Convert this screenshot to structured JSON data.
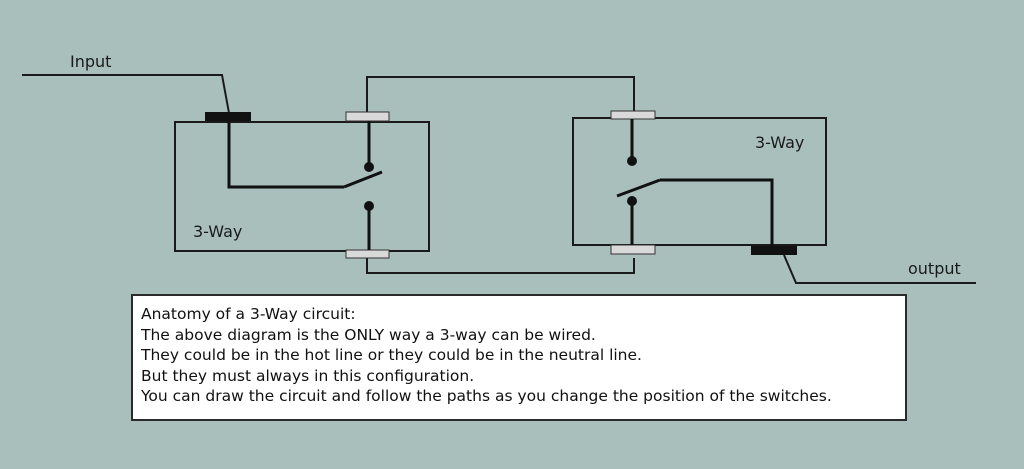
{
  "colors": {
    "background": "#a9bfbb",
    "wire": "#1a1a1a",
    "terminal_common": "#111111",
    "terminal_traveler": "#d9d9d9",
    "note_background": "#ffffff"
  },
  "labels": {
    "input": "Input",
    "output": "output",
    "left_switch": "3-Way",
    "right_switch": "3-Way"
  },
  "note": {
    "lines": [
      "Anatomy of a 3-Way circuit:",
      "The above diagram is the ONLY way a 3-way can be wired.",
      "They could be in the hot line or they could be in the neutral line.",
      "But they must always in this configuration.",
      "You can draw the circuit and follow the paths as you change the position of the switches."
    ]
  }
}
